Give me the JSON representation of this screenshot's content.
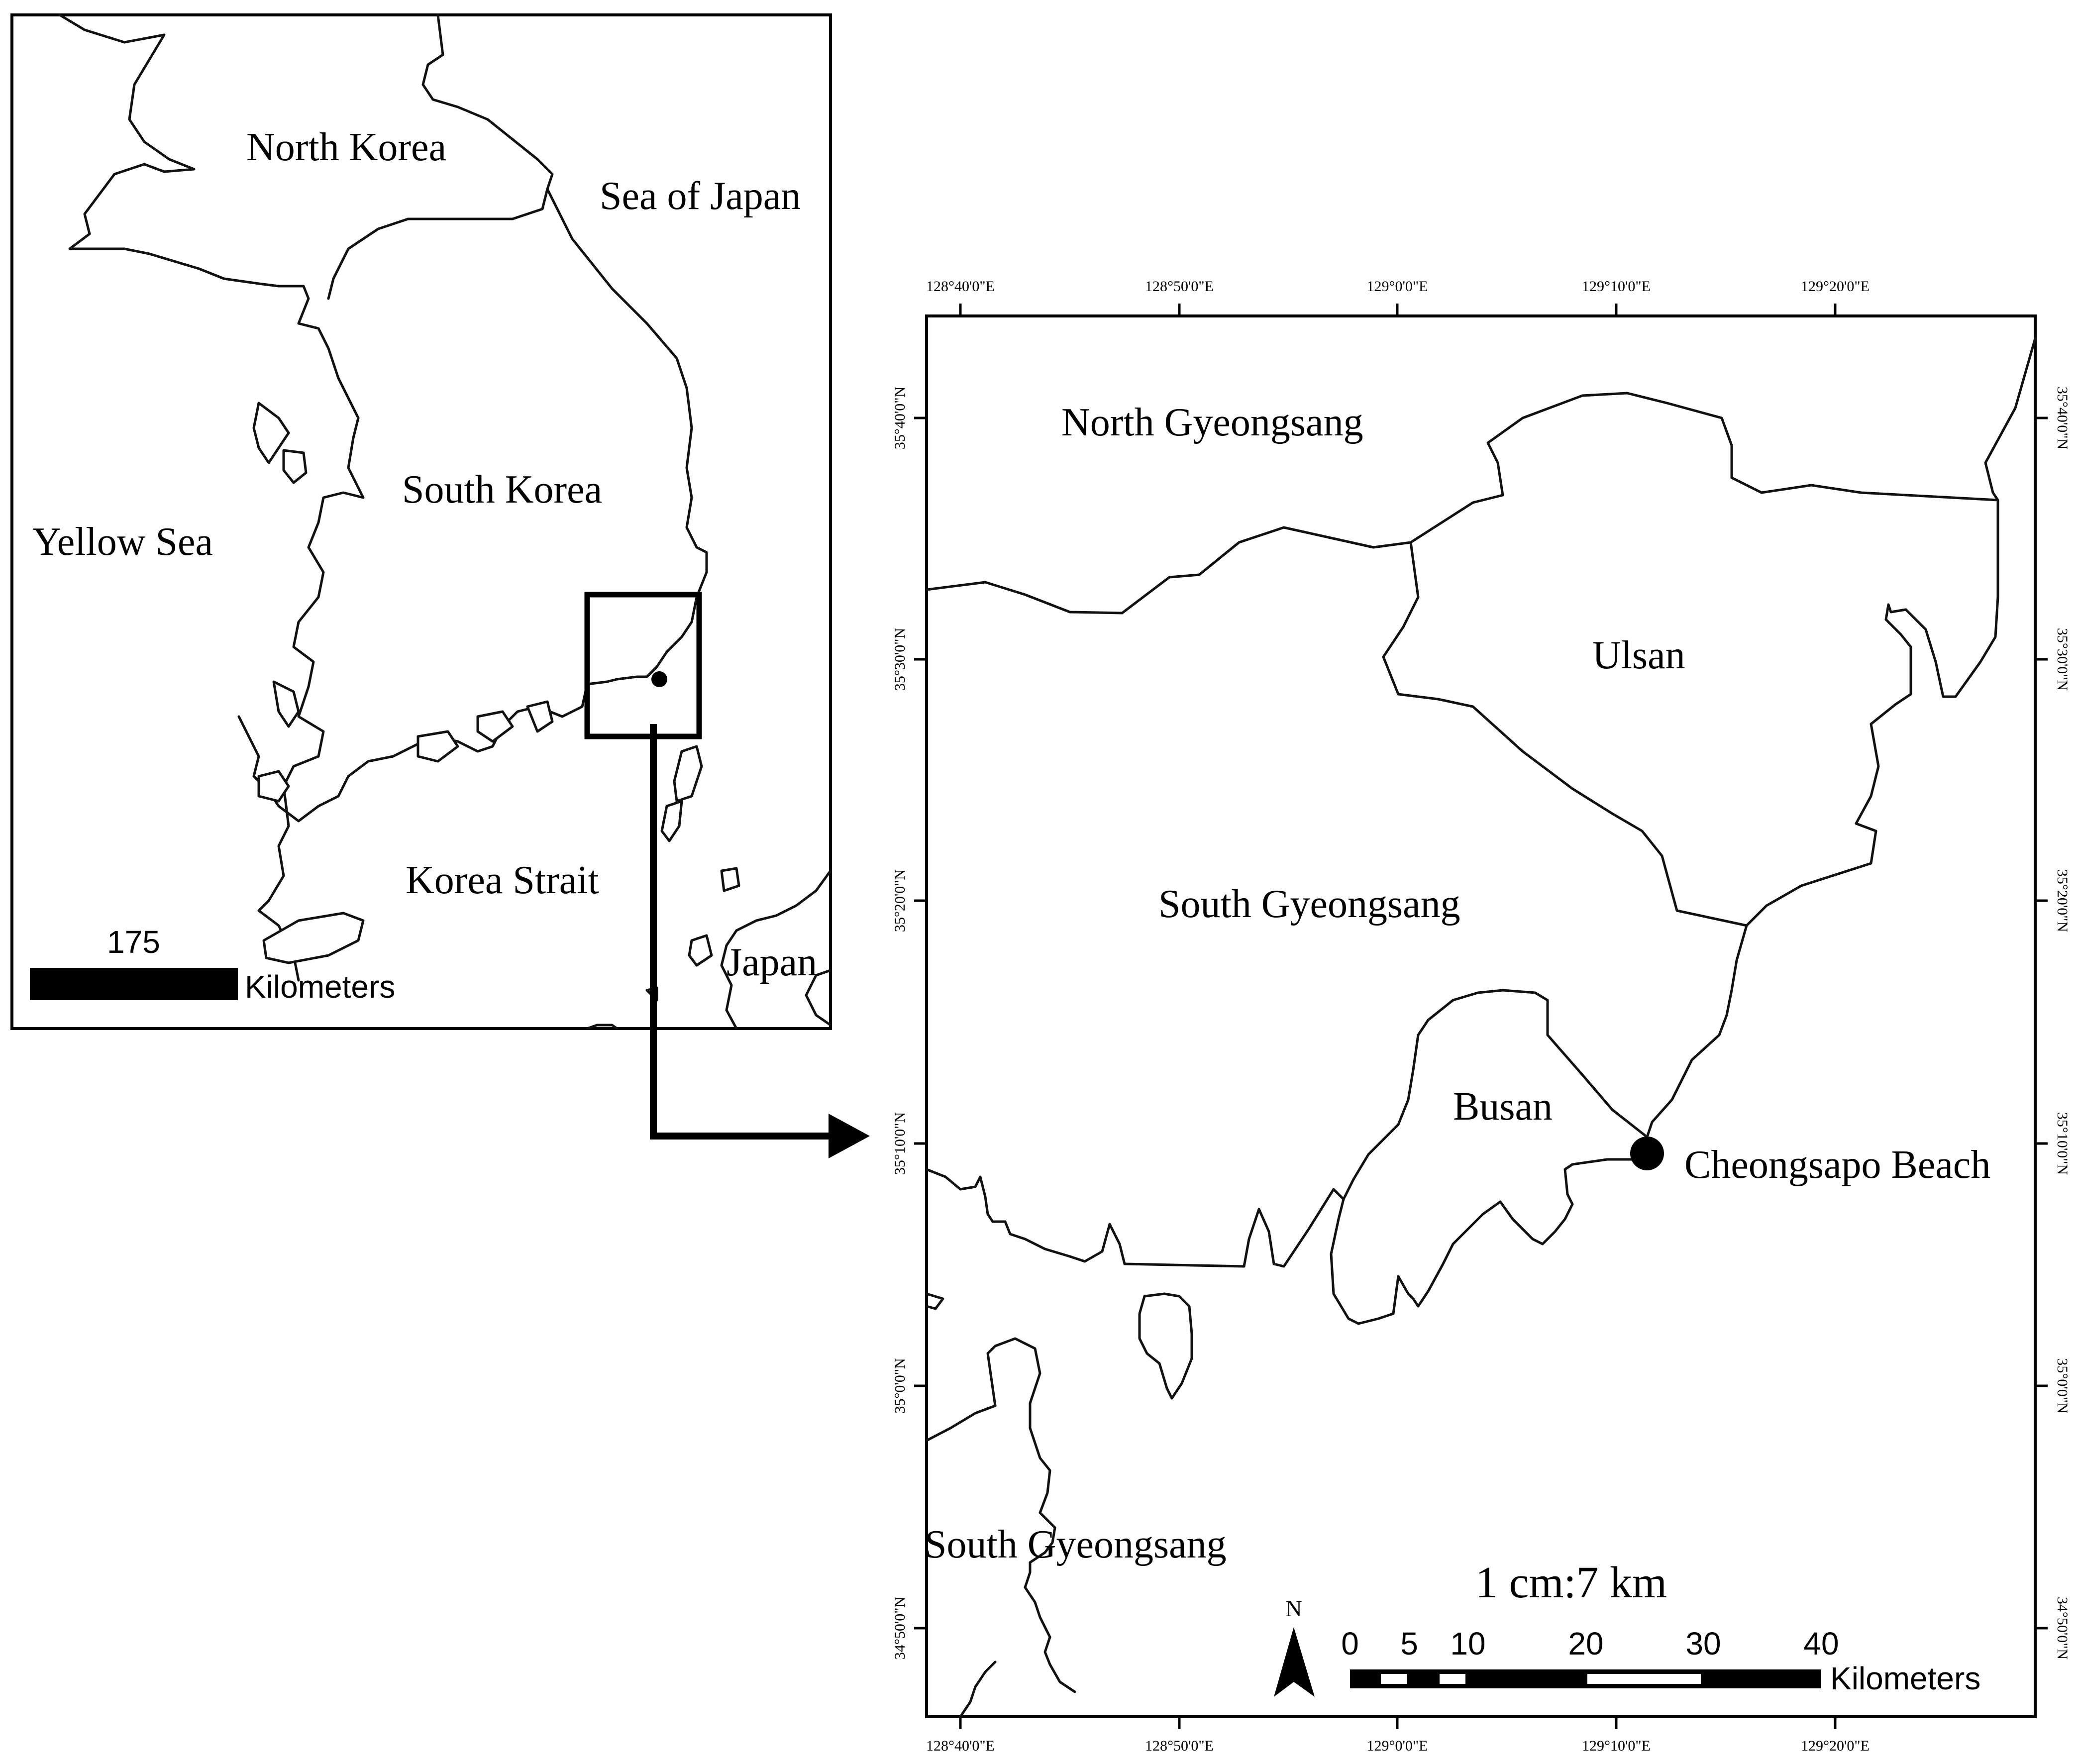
{
  "overview_map": {
    "labels": {
      "north_korea": "North Korea",
      "sea_of_japan": "Sea of Japan",
      "south_korea": "South Korea",
      "yellow_sea": "Yellow Sea",
      "korea_strait": "Korea Strait",
      "japan": "Japan"
    },
    "scale_bar": {
      "value": "175",
      "unit": "Kilometers"
    }
  },
  "detail_map": {
    "labels": {
      "north_gyeongsang": "North Gyeongsang",
      "ulsan": "Ulsan",
      "south_gyeongsang_main": "South Gyeongsang",
      "busan": "Busan",
      "cheongsapo_beach": "Cheongsapo Beach",
      "south_gyeongsang_lower": "South Gyeongsang"
    },
    "scale_ratio": "1 cm:7 km",
    "north_arrow": "N",
    "scale_bar": {
      "ticks": [
        "0",
        "5",
        "10",
        "20",
        "30",
        "40"
      ],
      "unit": "Kilometers"
    },
    "longitude_labels": [
      "128°40'0\"E",
      "128°50'0\"E",
      "129°0'0\"E",
      "129°10'0\"E",
      "129°20'0\"E"
    ],
    "latitude_labels": [
      "35°40'0\"N",
      "35°30'0\"N",
      "35°20'0\"N",
      "35°10'0\"N",
      "35°0'0\"N",
      "34°50'0\"N"
    ]
  },
  "colors": {
    "line": "#111111",
    "background": "#ffffff"
  }
}
